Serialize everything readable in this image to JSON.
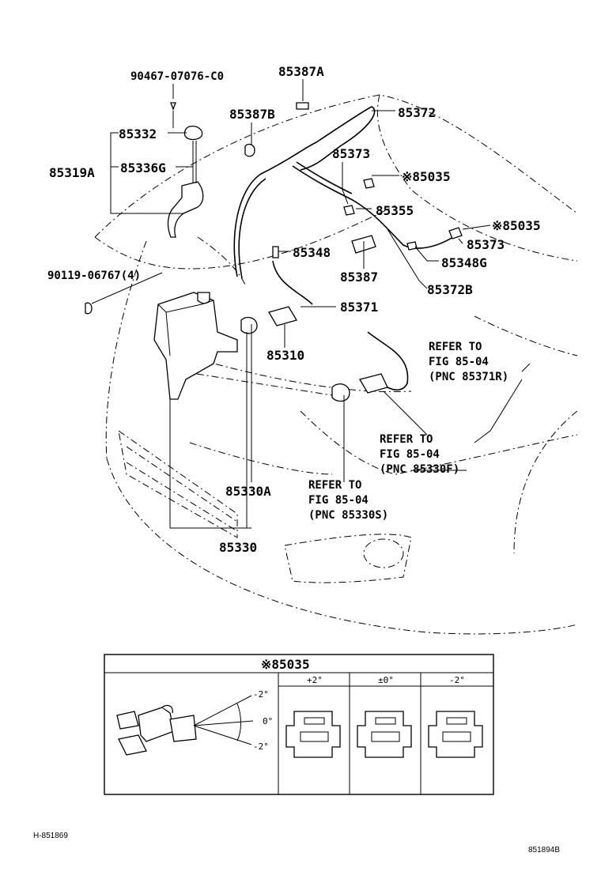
{
  "labels": {
    "p90467": "90467-07076-C0",
    "p85387A": "85387A",
    "p85387B": "85387B",
    "p85372": "85372",
    "p85332": "85332",
    "p85373a": "85373",
    "p85035a": "※85035",
    "p85319A": "85319A",
    "p85336G": "85336G",
    "p85355": "85355",
    "p85035b": "※85035",
    "p85373b": "85373",
    "p85348": "85348",
    "p85348G": "85348G",
    "p90119": "90119-06767(4)",
    "p85387": "85387",
    "p85372B": "85372B",
    "p85371": "85371",
    "p85310": "85310",
    "p85330A": "85330A",
    "p85330": "85330"
  },
  "refs": {
    "r1": [
      "REFER TO",
      "FIG 85-04",
      "(PNC 85371R)"
    ],
    "r2": [
      "REFER TO",
      "FIG 85-04",
      "(PNC 85330F)"
    ],
    "r3": [
      "REFER TO",
      "FIG 85-04",
      "(PNC 85330S)"
    ]
  },
  "inset": {
    "title": "※85035",
    "columns": [
      "+2°",
      "±0°",
      "-2°"
    ],
    "angles": [
      "-2°",
      "0°",
      "-2°"
    ]
  },
  "footer": {
    "left": "H-851869",
    "right": "851894B"
  }
}
